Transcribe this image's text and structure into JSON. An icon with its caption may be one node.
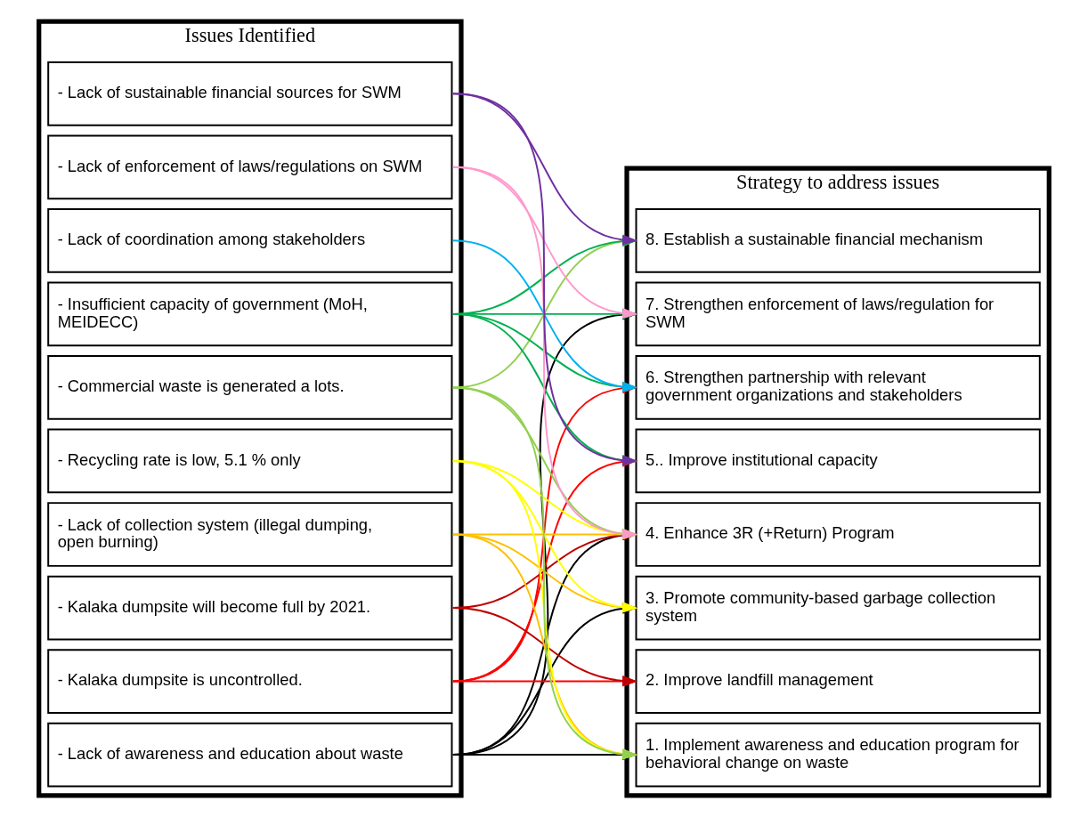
{
  "diagram": {
    "nodes": [
      {
        "text": [
          "Issues Identified"
        ]
      },
      {
        "text": [
          "- Lack of awareness and education about waste"
        ],
        "in": 0
      },
      {
        "text": [
          "- Kalaka dumpsite is uncontrolled."
        ],
        "in": 0
      },
      {
        "text": [
          "- Kalaka dumpsite will become full by 2021."
        ],
        "in": 0
      },
      {
        "text": [
          "- Lack of collection system (illegal dumping, open burning)"
        ],
        "in": 0
      },
      {
        "text": [
          "- Recycling rate is low, 5.1 % only"
        ],
        "in": 0
      },
      {
        "text": [
          "- Commercial waste is generated a lots."
        ],
        "in": 0
      },
      {
        "text": [
          "- Insufficient capacity of government (MoH, MEIDECC)"
        ],
        "in": 0
      },
      {
        "text": [
          "- Lack of coordination among stakeholders"
        ],
        "in": 0
      },
      {
        "text": [
          "- Lack of enforcement of laws/regulations on SWM"
        ],
        "in": 0
      },
      {
        "text": [
          "- Lack of sustainable financial sources for SWM"
        ],
        "in": 0
      },
      {
        "text": [
          "Strategy to address issues"
        ]
      },
      {
        "text": [
          "1. Implement awareness and education program for behavioral change on waste"
        ],
        "in": 11
      },
      {
        "text": [
          "2. Improve landfill management"
        ],
        "in": 11
      },
      {
        "text": [
          "3. Promote community-based garbage collection system"
        ],
        "in": 11
      },
      {
        "text": [
          "4. Enhance 3R (+Return) Program"
        ],
        "in": 11
      },
      {
        "text": [
          "5.. Improve institutional capacity"
        ],
        "in": 11
      },
      {
        "text": [
          "6. Strengthen partnership with relevant government organizations and stakeholders"
        ],
        "in": 11
      },
      {
        "text": [
          "7. Strengthen enforcement of laws/regulation for SWM"
        ],
        "in": 11
      },
      {
        "text": [
          "8. Establish a sustainable financial mechanism"
        ],
        "in": 11
      }
    ],
    "edges": [
      {
        "from": 1,
        "to": 12,
        "arrow": "to"
      },
      {
        "from": 1,
        "to": 14,
        "arrow": "to"
      },
      {
        "from": 1,
        "to": 15,
        "arrow": "to"
      },
      {
        "from": 1,
        "to": 18,
        "arrow": "to"
      },
      {
        "from": 2,
        "to": 13,
        "arrow": "to",
        "color": "#ff0000"
      },
      {
        "from": 2,
        "to": 16,
        "arrow": "to",
        "color": "#ff0000"
      },
      {
        "from": 2,
        "to": 17,
        "arrow": "to",
        "color": "#ff0000"
      },
      {
        "from": 3,
        "to": 13,
        "arrow": "to",
        "color": "#c00000"
      },
      {
        "from": 3,
        "to": 15,
        "arrow": "to",
        "color": "#c00000"
      },
      {
        "from": 4,
        "to": 12,
        "arrow": "to",
        "color": "#ffc000"
      },
      {
        "from": 4,
        "to": 14,
        "arrow": "to",
        "color": "#ffc000"
      },
      {
        "from": 4,
        "to": 15,
        "arrow": "to",
        "color": "#ffc000"
      },
      {
        "from": 5,
        "to": 12,
        "arrow": "to",
        "color": "#ffff00"
      },
      {
        "from": 5,
        "to": 14,
        "arrow": "to",
        "color": "#ffff00"
      },
      {
        "from": 5,
        "to": 15,
        "arrow": "to",
        "color": "#ffff00"
      },
      {
        "from": 6,
        "to": 12,
        "arrow": "to",
        "color": "#92d050"
      },
      {
        "from": 6,
        "to": 15,
        "arrow": "to",
        "color": "#92d050"
      },
      {
        "from": 6,
        "to": 19,
        "arrow": "to",
        "color": "#92d050"
      },
      {
        "from": 7,
        "to": 16,
        "arrow": "to",
        "color": "#00b050"
      },
      {
        "from": 7,
        "to": 17,
        "arrow": "to",
        "color": "#00b050"
      },
      {
        "from": 7,
        "to": 18,
        "arrow": "to",
        "color": "#00b050"
      },
      {
        "from": 7,
        "to": 19,
        "arrow": "to",
        "color": "#00b050"
      },
      {
        "from": 8,
        "to": 17,
        "arrow": "to",
        "color": "#00b0f0"
      },
      {
        "from": 9,
        "to": 15,
        "arrow": "to",
        "color": "#ff99cc"
      },
      {
        "from": 9,
        "to": 18,
        "arrow": "to",
        "color": "#ff99cc"
      },
      {
        "from": 10,
        "to": 16,
        "arrow": "to",
        "color": "#7030a0"
      },
      {
        "from": 10,
        "to": 19,
        "arrow": "to",
        "color": "#7030a0"
      }
    ]
  }
}
